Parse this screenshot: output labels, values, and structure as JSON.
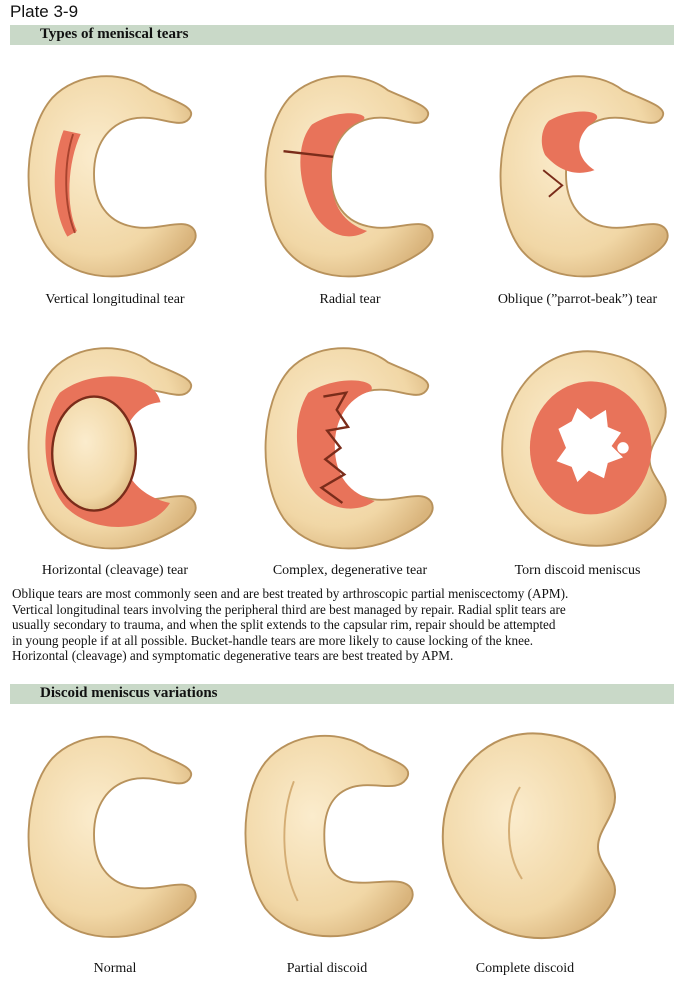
{
  "plate": {
    "label": "Plate 3-9"
  },
  "section_tears": {
    "title": "Types of meniscal tears"
  },
  "tears": [
    {
      "caption": "Vertical longitudinal tear"
    },
    {
      "caption": "Radial tear"
    },
    {
      "caption": "Oblique (”parrot-beak”) tear"
    },
    {
      "caption": "Horizontal (cleavage) tear"
    },
    {
      "caption": "Complex, degenerative tear"
    },
    {
      "caption": "Torn discoid meniscus"
    }
  ],
  "paragraph": {
    "lines": [
      "Oblique tears are most commonly seen and are best treated by arthroscopic partial meniscectomy (APM).",
      "Vertical longitudinal tears involving the peripheral third are best managed by repair. Radial split tears are",
      "usually secondary to trauma, and when the split extends to the capsular rim, repair should be attempted",
      "in young people if at all possible. Bucket-handle tears are more likely to cause locking of the knee.",
      "Horizontal (cleavage) and symptomatic degenerative tears are best treated by APM."
    ]
  },
  "section_discoid": {
    "title": "Discoid meniscus variations"
  },
  "discoid": [
    {
      "caption": "Normal"
    },
    {
      "caption": "Partial discoid"
    },
    {
      "caption": "Complete discoid"
    }
  ],
  "colors": {
    "meniscus": "#f1d7a6",
    "meniscus_shadow": "#c9a26a",
    "tear": "#e8735a",
    "section_bar": "#c9d9c8"
  }
}
